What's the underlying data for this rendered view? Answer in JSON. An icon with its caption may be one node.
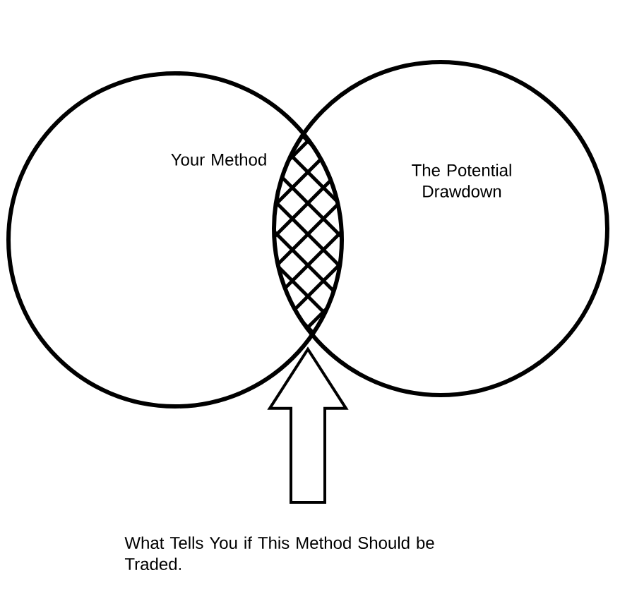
{
  "diagram": {
    "nodes": [
      {
        "text": [
          "Your Method"
        ]
      },
      {
        "text": [
          "The Potential Drawdown"
        ]
      },
      {
        "text": [],
        "shape": "lens"
      },
      {
        "text": [
          "What Tells You if This Method Should be Traded."
        ]
      }
    ],
    "edges": [
      {
        "from": 3,
        "to": 2,
        "arrow": "to"
      }
    ]
  }
}
